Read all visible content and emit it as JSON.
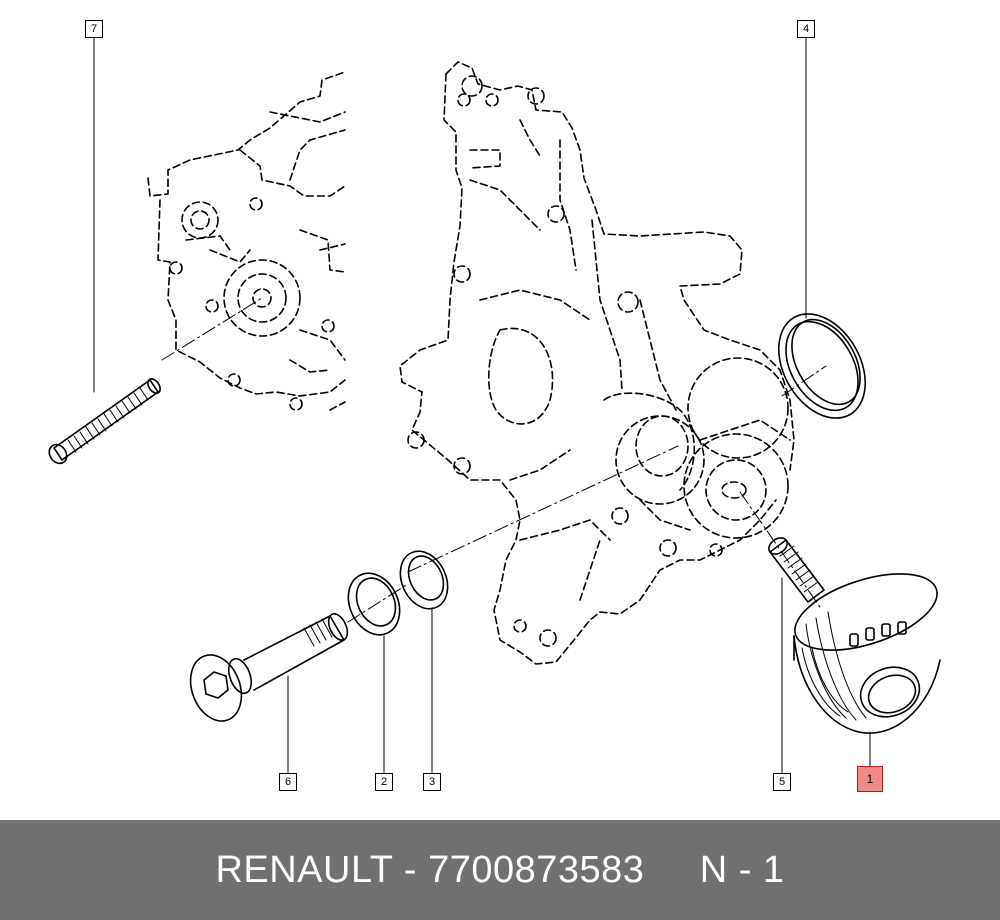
{
  "callouts": {
    "c1": "1",
    "c2": "2",
    "c3": "3",
    "c4": "4",
    "c5": "5",
    "c6": "6",
    "c7": "7"
  },
  "footer": {
    "text": "RENAULT - 7700873583     N - 1"
  },
  "colors": {
    "footer_bg": "#707070",
    "highlight": "#f08a8a"
  }
}
